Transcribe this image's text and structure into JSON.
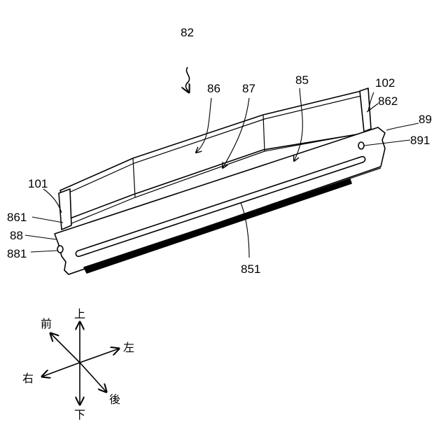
{
  "figure": {
    "title_ref": "82",
    "part_labels": {
      "p86": "86",
      "p87": "87",
      "p85": "85",
      "p102": "102",
      "p862": "862",
      "p89": "89",
      "p891": "891",
      "p101": "101",
      "p861": "861",
      "p88": "88",
      "p881": "881",
      "p851": "851"
    },
    "directions": {
      "up": "上",
      "down": "下",
      "front": "前",
      "back": "後",
      "left": "左",
      "right": "右"
    }
  }
}
